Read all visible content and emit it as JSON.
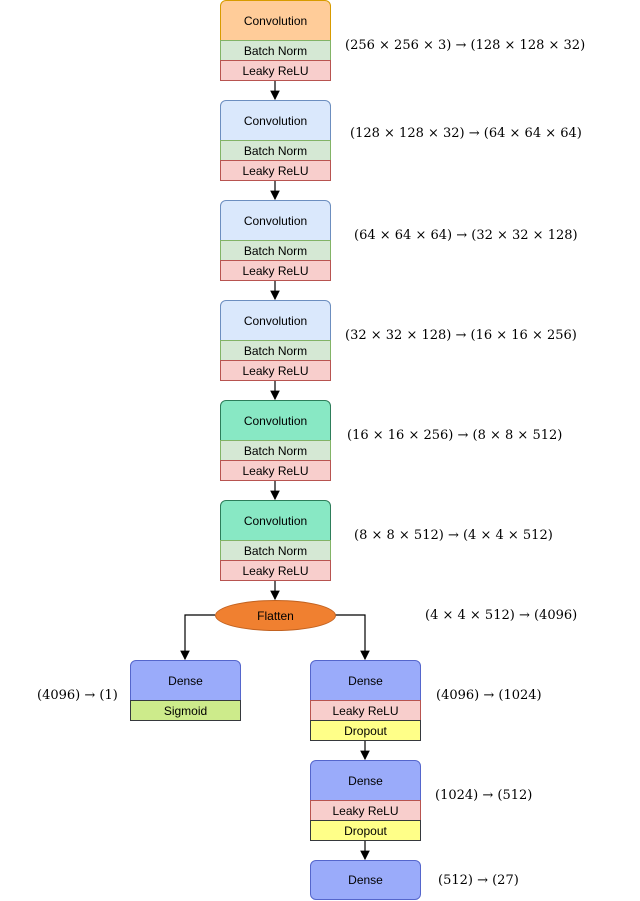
{
  "encoder": [
    {
      "layer": "Convolution",
      "norm": "Batch Norm",
      "act": "Leaky ReLU",
      "shape": "(256 × 256 × 3) → (128 × 128 × 32)",
      "color": "#ffcc99"
    },
    {
      "layer": "Convolution",
      "norm": "Batch Norm",
      "act": "Leaky ReLU",
      "shape": "(128 × 128 × 32) → (64 × 64 × 64)",
      "color": "#dae8fc"
    },
    {
      "layer": "Convolution",
      "norm": "Batch Norm",
      "act": "Leaky ReLU",
      "shape": "(64 × 64 × 64) → (32 × 32 × 128)",
      "color": "#dae8fc"
    },
    {
      "layer": "Convolution",
      "norm": "Batch Norm",
      "act": "Leaky ReLU",
      "shape": "(32 × 32 × 128) → (16 × 16 × 256)",
      "color": "#dae8fc"
    },
    {
      "layer": "Convolution",
      "norm": "Batch Norm",
      "act": "Leaky ReLU",
      "shape": "(16 × 16 × 256) → (8 × 8 × 512)",
      "color": "#88e8c4"
    },
    {
      "layer": "Convolution",
      "norm": "Batch Norm",
      "act": "Leaky ReLU",
      "shape": "(8 × 8 × 512) → (4 × 4 × 512)",
      "color": "#88e8c4"
    }
  ],
  "flatten": {
    "label": "Flatten",
    "shape": "(4 × 4 × 512) → (4096)",
    "color": "#f08030"
  },
  "left_head": {
    "layer": "Dense",
    "act": "Sigmoid",
    "shape": "(4096) → (1)",
    "color": "#9aabfa"
  },
  "right_head": [
    {
      "layer": "Dense",
      "act": "Leaky ReLU",
      "drop": "Dropout",
      "shape": "(4096) → (1024)"
    },
    {
      "layer": "Dense",
      "act": "Leaky ReLU",
      "drop": "Dropout",
      "shape": "(1024) → (512)"
    },
    {
      "layer": "Dense",
      "shape": "(512) → (27)"
    }
  ],
  "dense_color": "#9aabfa"
}
